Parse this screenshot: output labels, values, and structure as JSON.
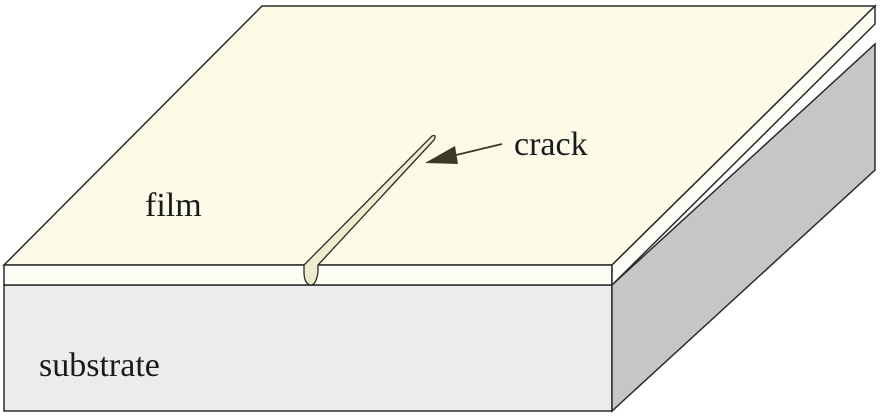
{
  "labels": {
    "film": "film",
    "crack": "crack",
    "substrate": "substrate"
  },
  "colors": {
    "film_top": "#fbfbe8",
    "film_edge": "#fdfdf6",
    "substrate_front": "#ececec",
    "substrate_side": "#c6c6c6",
    "crack_fill": "#eeeccc",
    "outline": "#2b2b2b",
    "arrow": "#3a3a28"
  }
}
